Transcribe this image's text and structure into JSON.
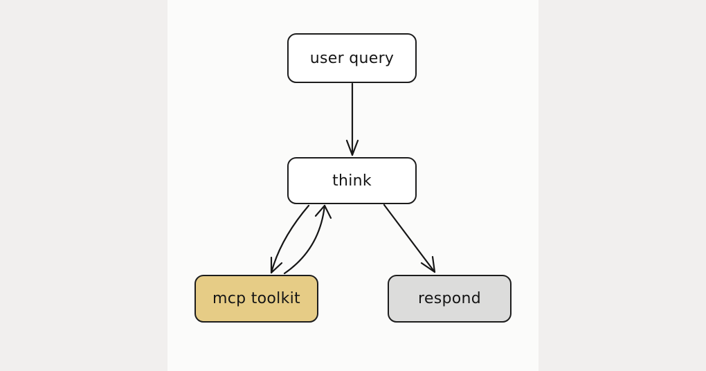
{
  "diagram": {
    "type": "flowchart",
    "nodes": [
      {
        "id": "user-query",
        "label": "user query",
        "fill": "#ffffff"
      },
      {
        "id": "think",
        "label": "think",
        "fill": "#ffffff"
      },
      {
        "id": "mcp-toolkit",
        "label": "mcp toolkit",
        "fill": "#e6cc86"
      },
      {
        "id": "respond",
        "label": "respond",
        "fill": "#dcdcdb"
      }
    ],
    "edges": [
      {
        "from": "user-query",
        "to": "think"
      },
      {
        "from": "think",
        "to": "mcp-toolkit"
      },
      {
        "from": "mcp-toolkit",
        "to": "think"
      },
      {
        "from": "think",
        "to": "respond"
      }
    ]
  },
  "colors": {
    "page_background": "#f1efee",
    "canvas_background": "#fbfbfa",
    "stroke": "#1c1c1c"
  }
}
